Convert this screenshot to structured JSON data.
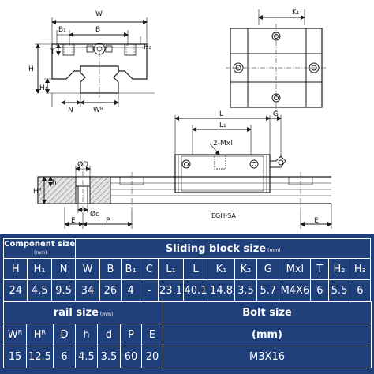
{
  "drawing": {
    "front_view": {
      "labels": {
        "W": "W",
        "B": "B",
        "B1": "B₁",
        "T": "T",
        "H2": "H₂",
        "H": "H",
        "H1": "H₁",
        "N": "N",
        "WR": "Wᴿ"
      }
    },
    "top_view": {
      "labels": {
        "K1": "K₁"
      }
    },
    "side_view": {
      "labels": {
        "L": "L",
        "L1": "L₁",
        "G": "G",
        "Mxl": "2-Mxl",
        "model": "EGH-SA"
      }
    },
    "rail_section": {
      "labels": {
        "phiD": "ØD",
        "phid": "Ød",
        "h": "h",
        "HR": "Hᴿ",
        "E": "E",
        "P": "P",
        "E2": "E"
      }
    }
  },
  "tables": {
    "component_size": {
      "title": "Component size",
      "unit": "(mm)"
    },
    "sliding_block": {
      "title": "Sliding block size",
      "unit": "(mm)",
      "headers": [
        "H",
        "H₁",
        "N",
        "W",
        "B",
        "B₁",
        "C",
        "L₁",
        "L",
        "K₁",
        "K₂",
        "G",
        "Mxl",
        "T",
        "H₂",
        "H₃"
      ],
      "values": [
        "24",
        "4.5",
        "9.5",
        "34",
        "26",
        "4",
        "-",
        "23.1",
        "40.1",
        "14.8",
        "3.5",
        "5.7",
        "M4X6",
        "6",
        "5.5",
        "6"
      ]
    },
    "rail": {
      "title": "rail size",
      "unit": "(mm)",
      "headers": [
        "Wᴿ",
        "Hᴿ",
        "D",
        "h",
        "d",
        "P",
        "E"
      ],
      "values": [
        "15",
        "12.5",
        "6",
        "4.5",
        "3.5",
        "60",
        "20"
      ]
    },
    "bolt": {
      "title": "Bolt size",
      "unit": "(mm)",
      "value": "M3X16"
    }
  },
  "colors": {
    "table_bg": "#1f3f7a",
    "line": "#1a1a1a",
    "cross_section_fill": "#d9d9d9"
  }
}
